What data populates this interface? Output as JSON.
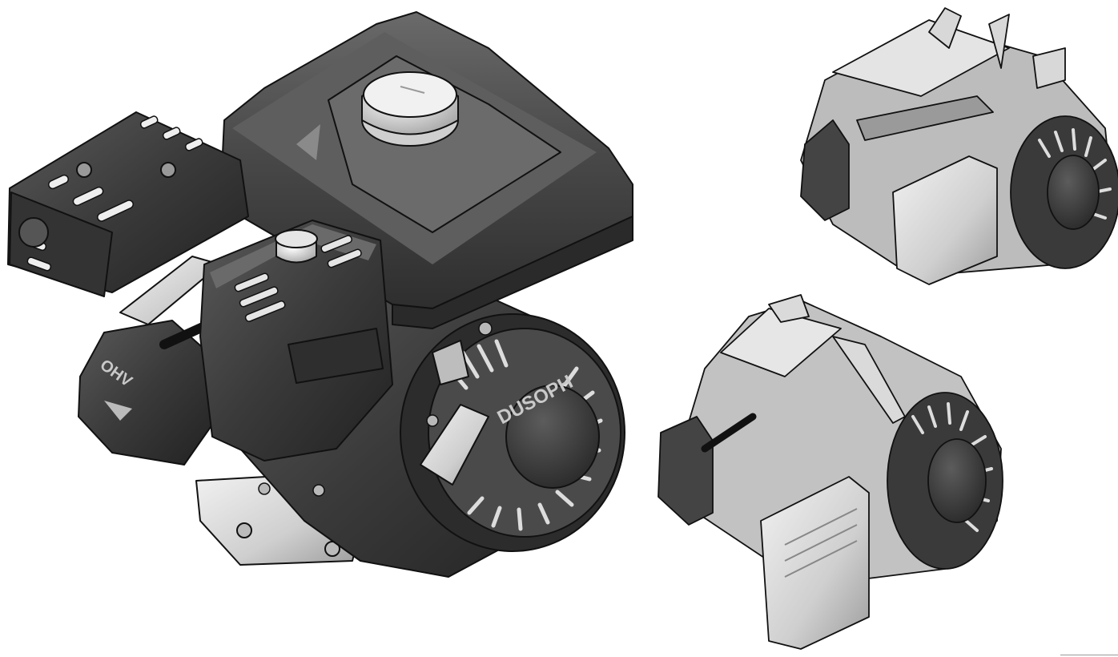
{
  "illustration": {
    "colors": {
      "paper": "#ffffff",
      "outline": "#1a1a1a",
      "dark_body": "#3c3c3c",
      "mid_gray": "#6f6f6f",
      "light_gray": "#cfcfcf",
      "highlight": "#ececec"
    },
    "views": [
      {
        "name": "main-engine-view",
        "icon": "engine-oblique-view"
      },
      {
        "name": "engine-rear-top-view",
        "icon": "engine-rear-view"
      },
      {
        "name": "engine-rear-low-view",
        "icon": "engine-rear-view"
      }
    ],
    "embossed_text": {
      "engine_type": "OHV",
      "starter_brand": "DUSOPH"
    }
  }
}
